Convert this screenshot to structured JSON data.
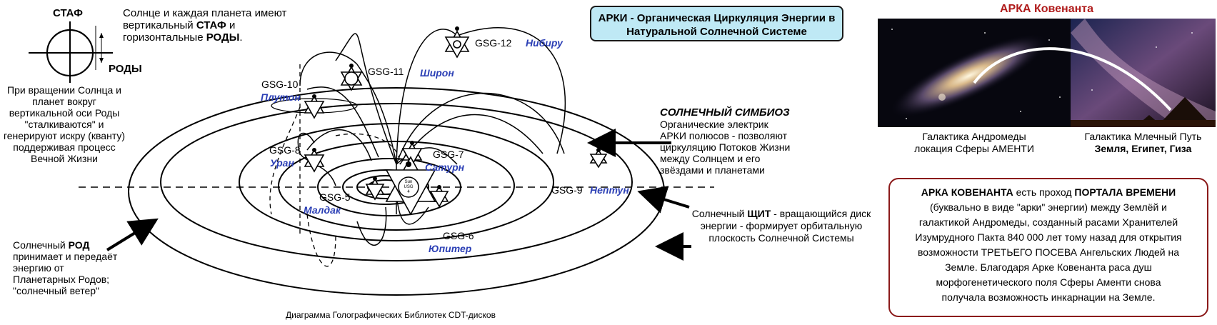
{
  "staff_icon": {
    "label_staff": "СТАФ",
    "label_rody": "РОДЫ"
  },
  "intro_text": [
    "Солнце и каждая планета имеют",
    "вертикальный",
    "СТАФ",
    "и",
    "горизонтальные",
    "РОДЫ",
    "."
  ],
  "rotation_text": [
    "При вращении Солнца и",
    "планет вокруг",
    "вертикальной оси Роды",
    "\"сталкиваются\" и",
    "генерируют искру (кванту)",
    "поддерживая процесс",
    "Вечной Жизни"
  ],
  "title": {
    "part1": "АРКИ",
    "part2": " - Органическая Циркуляция Энергии в",
    "line2": "Натуральной Солнечной Системе"
  },
  "planets": [
    {
      "code": "GSG-12",
      "name": "Нибиру"
    },
    {
      "code": "GSG-11",
      "name": "Широн"
    },
    {
      "code": "GSG-10",
      "name": "Плутон"
    },
    {
      "code": "GSG-8",
      "name": "Уран"
    },
    {
      "code": "GSG-7",
      "name": "Сатурн"
    },
    {
      "code": "GSG-5",
      "name": "Малдак"
    },
    {
      "code": "GSG-6",
      "name": "Юпитер"
    },
    {
      "code": "GSG-9",
      "name": "Нептун"
    }
  ],
  "sun_label": {
    "line1": "Sun",
    "line2": "USG",
    "line3": "4"
  },
  "symbiosis": {
    "heading": "СОЛНЕЧНЫЙ СИМБИОЗ",
    "lines": [
      "Органические электрик",
      "АРКИ полюсов - позволяют",
      "циркуляцию Потоков Жизни",
      "между Солнцем и его",
      "звёздами и планетами"
    ]
  },
  "shield": {
    "prefix": "Солнечный ",
    "bold": "ЩИТ",
    "rest": " - вращающийся диск",
    "lines": [
      "энергии - формирует орбитальную",
      "плоскость Солнечной Системы"
    ]
  },
  "rod": {
    "prefix": "Солнечный ",
    "bold": "РОД",
    "lines": [
      "принимает и передаёт",
      "энергию от",
      "Планетарных Родов;",
      "\"солнечный ветер\""
    ]
  },
  "caption": "Диаграмма Голографических Библиотек CDT-дисков",
  "covenant": {
    "heading": "АРКА Ковенанта",
    "left_caption": [
      "Галактика Андромеды",
      "локация Сферы АМЕНТИ"
    ],
    "right_caption": [
      "Галактика Млечный Путь",
      "Земля, Египет, Гиза"
    ],
    "box": {
      "bold1": "АРКА КОВЕНАНТА",
      "t1": " есть проход ",
      "bold2": "ПОРТАЛА ВРЕМЕНИ",
      "lines": [
        "(буквально в виде \"арки\" энергии) между Землёй и",
        "галактикой Андромеды, созданный расами Хранителей",
        "Изумрудного Пакта 840 000 лет тому назад для открытия",
        "возможности ТРЕТЬЕГО ПОСЕВА Ангельских Людей на",
        "Земле. Благодаря Арке Ковенанта раса душ",
        "морфогенетического поля Сферы Аменти снова",
        "получала возможность инкарнации на Земле."
      ]
    }
  },
  "colors": {
    "planet_name": "#2b3fb5",
    "title_bg": "#bfe9f5",
    "covenant_red": "#b01c1c",
    "box_border": "#8b1a1a"
  }
}
